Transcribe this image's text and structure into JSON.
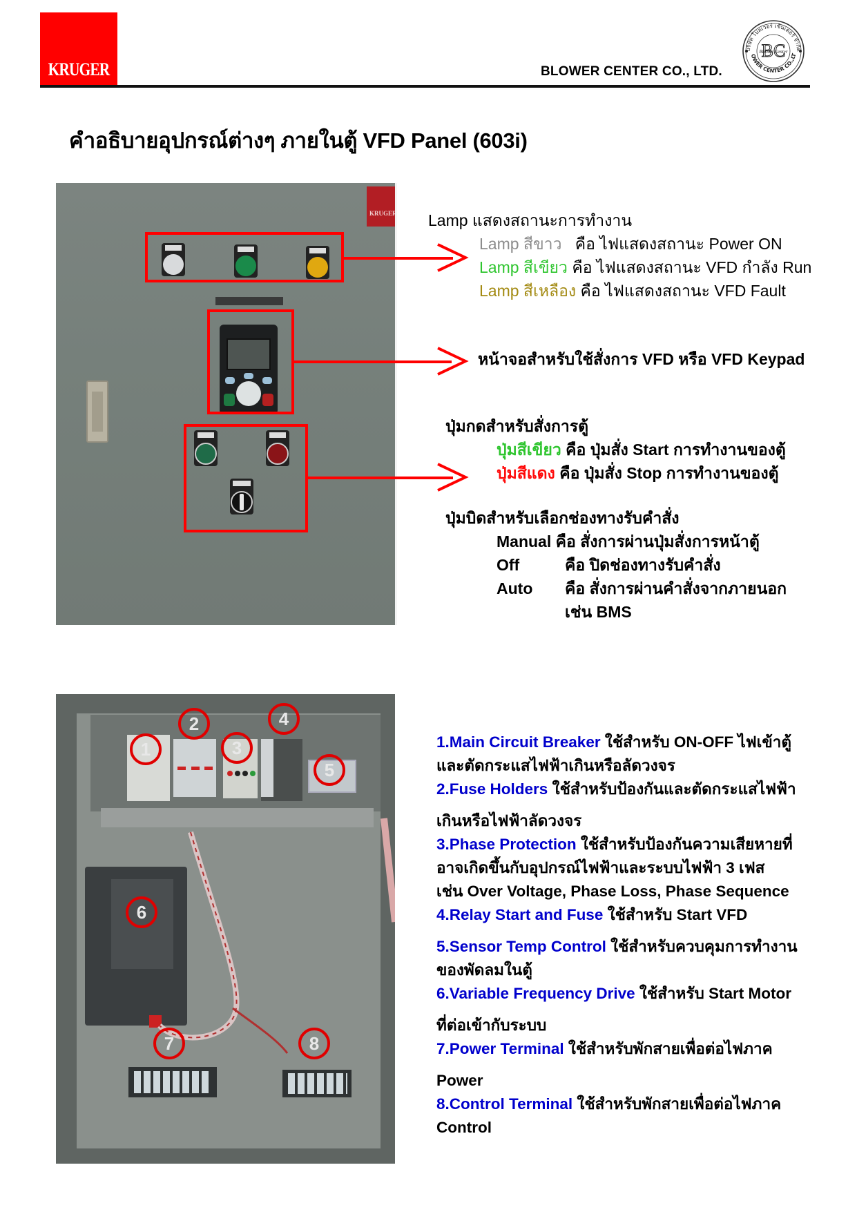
{
  "header": {
    "brand_logo_text": "KRUGER",
    "company_name": "BLOWER CENTER CO., LTD.",
    "stamp": {
      "top_text": "บริษัท โบลเวอร์ เซ็นเตอร์ จำกัด",
      "monogram": "BC",
      "center_text": "Blower Center",
      "bottom_text": "BLOWER CENTER CO.,LTD."
    }
  },
  "title": "คำอธิบายอุปกรณ์ต่างๆ ภายในตู้ VFD Panel (603i)",
  "front_panel": {
    "photo_brand_label": "KRUGER",
    "lamps_section": {
      "heading": "Lamp แสดงสถานะการทำงาน",
      "items": [
        {
          "label": "Lamp สีขาว",
          "desc": "คือ ไฟแสดงสถานะ Power ON",
          "color": "#8c8c8c"
        },
        {
          "label": "Lamp สีเขียว",
          "desc": "คือ ไฟแสดงสถานะ VFD กำลัง Run",
          "color": "#2fc52f"
        },
        {
          "label": "Lamp สีเหลือง",
          "desc": "คือ ไฟแสดงสถานะ VFD Fault",
          "color": "#a38a12"
        }
      ]
    },
    "keypad_section": {
      "text": "หน้าจอสำหรับใช้สั่งการ VFD หรือ VFD Keypad"
    },
    "buttons_section": {
      "heading": "ปุ่มกดสำหรับสั่งการตู้",
      "items": [
        {
          "label": "ปุ่มสีเขียว",
          "desc": "คือ ปุ่มสั่ง Start การทำงานของตู้",
          "color": "#2fc52f"
        },
        {
          "label": "ปุ่มสีแดง",
          "desc": "คือ ปุ่มสั่ง Stop การทำงานของตู้",
          "color": "#ff0a0a"
        }
      ]
    },
    "selector_section": {
      "heading": "ปุ่มบิดสำหรับเลือกช่องทางรับคำสั่ง",
      "items": [
        {
          "mode": "Manual",
          "desc": "คือ สั่งการผ่านปุ่มสั่งการหน้าตู้"
        },
        {
          "mode": "Off",
          "desc": "คือ ปิดช่องทางรับคำสั่ง"
        },
        {
          "mode": "Auto",
          "desc": "คือ สั่งการผ่านคำสั่งจากภายนอก",
          "desc_cont": "เช่น BMS"
        }
      ]
    }
  },
  "inner_panel": {
    "markers": [
      "1",
      "2",
      "3",
      "4",
      "5",
      "6",
      "7",
      "8"
    ],
    "components": [
      {
        "title": "1.Main Circuit Breaker",
        "desc": "ใช้สำหรับ ON-OFF ไฟเข้าตู้",
        "desc_cont": "และตัดกระแสไฟฟ้าเกินหรือลัดวงจร"
      },
      {
        "title": "2.Fuse Holders",
        "desc": "ใช้สำหรับป้องกันและตัดกระแสไฟฟ้า",
        "desc_cont": "เกินหรือไฟฟ้าลัดวงจร"
      },
      {
        "title": "3.Phase Protection",
        "desc": "ใช้สำหรับป้องกันความเสียหายที่",
        "desc_cont": "อาจเกิดขึ้นกับอุปกรณ์ไฟฟ้าและระบบไฟฟ้า 3 เฟส",
        "desc_cont2": "เช่น Over Voltage, Phase Loss, Phase Sequence"
      },
      {
        "title": "4.Relay Start and Fuse",
        "desc": "ใช้สำหรับ Start VFD"
      },
      {
        "title": "5.Sensor Temp Control",
        "desc": "ใช้สำหรับควบคุมการทำงาน",
        "desc_cont": "ของพัดลมในตู้"
      },
      {
        "title": "6.Variable Frequency Drive",
        "desc": "ใช้สำหรับ Start Motor",
        "desc_cont": "ที่ต่อเข้ากับระบบ"
      },
      {
        "title": "7.Power Terminal",
        "desc": "ใช้สำหรับพักสายเพื่อต่อไฟภาค",
        "desc_cont": "Power"
      },
      {
        "title": "8.Control Terminal",
        "desc": "ใช้สำหรับพักสายเพื่อต่อไฟภาค",
        "desc_cont": "Control"
      }
    ]
  },
  "colors": {
    "brand_red": "#ff0000",
    "highlight_red": "#ff0000",
    "component_title_blue": "#0000cc"
  }
}
